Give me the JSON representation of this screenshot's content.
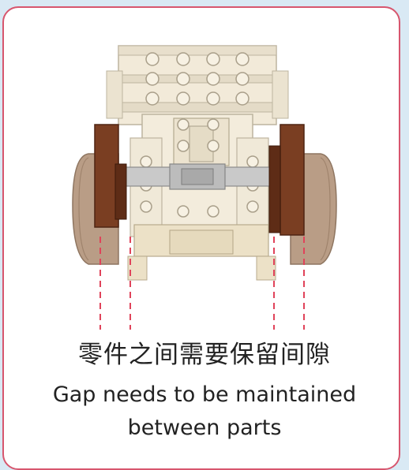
{
  "caption": {
    "chinese": "零件之间需要保留间隙",
    "english_line1": "Gap needs to be maintained",
    "english_line2": "between parts"
  },
  "colors": {
    "frame": "#d7566e",
    "background": "#d9e9f4",
    "tan": "#b99d86",
    "brown": "#7a3e22",
    "dash": "#e0435a"
  },
  "icons": [
    "lego-model-illustration"
  ]
}
